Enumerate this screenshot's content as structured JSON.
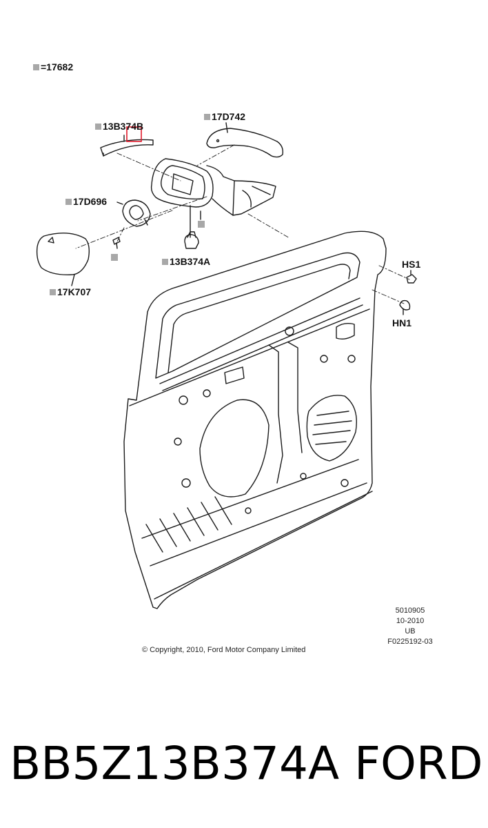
{
  "legend": {
    "equals_text": "=17682"
  },
  "callouts": {
    "c13B374B": "13B374B",
    "c17D742": "17D742",
    "c17D696": "17D696",
    "c13B374A": "13B374A",
    "c17K707": "17K707",
    "cHS1": "HS1",
    "cHN1": "HN1"
  },
  "metadata": [
    "5010905",
    "10-2010",
    "UB",
    "F0225192-03"
  ],
  "copyright": "© Copyright, 2010, Ford Motor Company Limited",
  "footer": {
    "part_number": "BB5Z13B374A",
    "brand": "FORD"
  },
  "colors": {
    "highlight": "#e0182a",
    "legend_square": "#a8a8a8",
    "line": "#1a1a1a"
  }
}
